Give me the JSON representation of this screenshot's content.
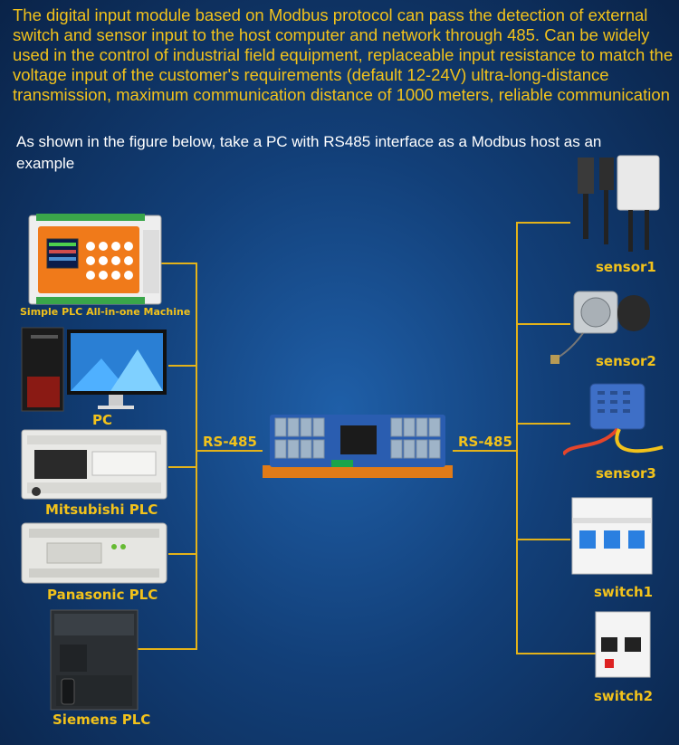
{
  "intro_text": "The digital input module based on Modbus protocol can pass the detection of external switch and sensor input to the host computer and network through 485. Can be widely used in the control of industrial field equipment, replaceable input resistance to match the voltage input of the customer's requirements (default 12-24V) ultra-long-distance transmission, maximum communication distance of 1000 meters, reliable communication",
  "example_text": "As shown in the figure below, take a PC with RS485 interface as a Modbus host as an example",
  "hosts": [
    {
      "label": "Simple PLC All-in-one Machine"
    },
    {
      "label": "PC"
    },
    {
      "label": "Mitsubishi PLC"
    },
    {
      "label": "Panasonic PLC"
    },
    {
      "label": "Siemens PLC"
    }
  ],
  "bus_left": "RS-485",
  "bus_right": "RS-485",
  "devices": [
    {
      "label": "sensor1"
    },
    {
      "label": "sensor2"
    },
    {
      "label": "sensor3"
    },
    {
      "label": "switch1"
    },
    {
      "label": "switch2"
    }
  ],
  "colors": {
    "accent": "#f2c21b",
    "line": "#e3b21a",
    "board": "#2a5db0"
  }
}
